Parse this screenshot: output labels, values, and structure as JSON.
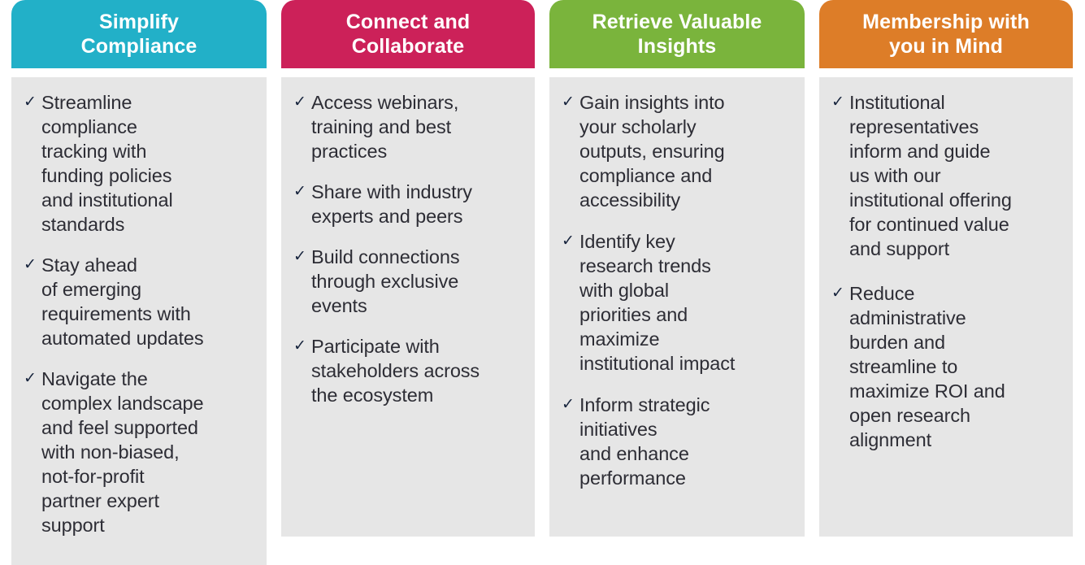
{
  "meta": {
    "layout": "four-column-benefits-cards",
    "background_color": "#ffffff",
    "body_panel_color": "#e6e6e6",
    "body_text_color": "#2d2d35",
    "check_icon_color": "#17243d",
    "check_icon_glyph": "✓"
  },
  "columns": [
    {
      "header": {
        "line1": "Simplify",
        "line2": "Compliance",
        "color": "#22b0c8",
        "text_color": "#ffffff"
      },
      "bullets": [
        "Streamline\ncompliance\ntracking with\nfunding policies\nand institutional\nstandards",
        "Stay ahead\nof emerging\nrequirements with\nautomated updates",
        "Navigate the\ncomplex landscape\nand feel supported\nwith non-biased,\nnot-for-profit\npartner expert\nsupport"
      ]
    },
    {
      "header": {
        "line1": "Connect and",
        "line2": "Collaborate",
        "color": "#cc2159",
        "text_color": "#ffffff"
      },
      "bullets": [
        "Access webinars,\ntraining and best\npractices",
        "Share with industry\nexperts and peers",
        "Build connections\nthrough exclusive\nevents",
        "Participate with\nstakeholders across\nthe ecosystem"
      ]
    },
    {
      "header": {
        "line1": "Retrieve Valuable",
        "line2": "Insights",
        "color": "#7ab43c",
        "text_color": "#ffffff"
      },
      "bullets": [
        "Gain insights into\nyour scholarly\noutputs, ensuring\ncompliance and\naccessibility",
        "Identify key\nresearch trends\nwith global\npriorities and\nmaximize\ninstitutional impact",
        "Inform strategic\ninitiatives\nand enhance\nperformance"
      ]
    },
    {
      "header": {
        "line1": "Membership with",
        "line2": "you in Mind",
        "color": "#dd7d28",
        "text_color": "#ffffff"
      },
      "bullets": [
        "Institutional\nrepresentatives\ninform and guide\nus with our\ninstitutional offering\nfor continued value\nand support",
        "Reduce\nadministrative\nburden and\nstreamline to\nmaximize ROI and\nopen research\nalignment"
      ]
    }
  ]
}
